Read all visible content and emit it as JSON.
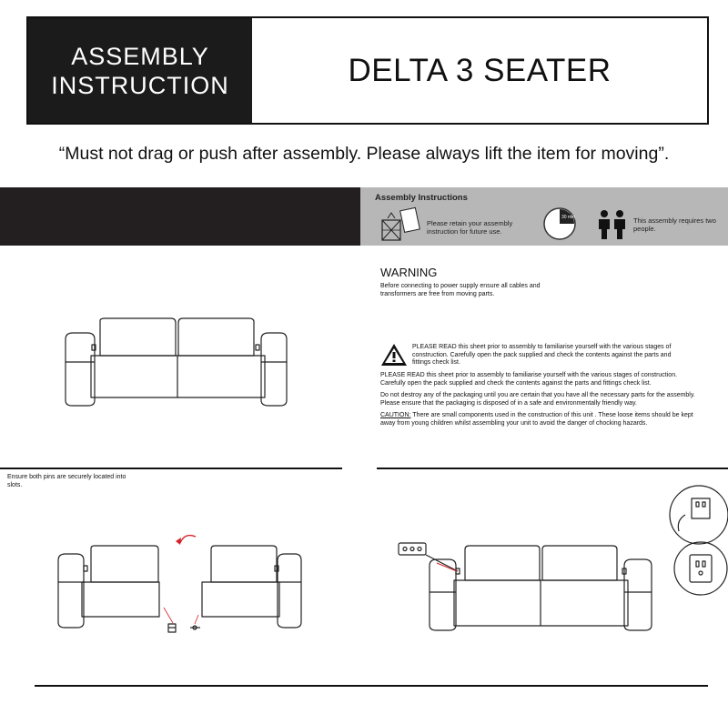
{
  "header": {
    "assembly_line1": "ASSEMBLY",
    "assembly_line2": "INSTRUCTION",
    "product_title": "DELTA 3 SEATER"
  },
  "notice": "“Must not drag or push after assembly. Please always lift the item for moving”.",
  "instructions_band": {
    "title": "Assembly Instructions",
    "retain_text": "Please retain your assembly instruction for future use.",
    "time_label": "30 min",
    "people_text": "This assembly requires two people."
  },
  "warning": {
    "title": "WARNING",
    "text": "Before connecting to power supply ensure all cables and transformers are free from moving parts.",
    "read_sheet_intro": "PLEASE READ this sheet prior to assembly to familiarise yourself with the various stages of construction. Carefully open the pack supplied and check the contents against the parts and fittings check list.",
    "read_sheet": "PLEASE READ this sheet prior to assembly to familiarise yourself with the various stages of construction. Carefully open the pack supplied and check the contents against the parts and fittings check list.",
    "packaging": "Do not destroy any of the packaging until you are certain that you have all the necessary parts for the assembly.",
    "dispose": "Please ensure that the packaging is disposed of in a safe and environmentally friendly way.",
    "caution_label": "CAUTION:",
    "caution_text": " There are small components used in the construction of this unit . These loose items should be kept away from young children whilst assembling your unit to avoid the danger of chocking hazards."
  },
  "step1": {
    "note": "Ensure both pins are securely located into slots."
  },
  "colors": {
    "header_black": "#1b1b1b",
    "band_black": "#231f20",
    "band_gray": "#b7b7b7",
    "arrow_red": "#d2232a"
  }
}
